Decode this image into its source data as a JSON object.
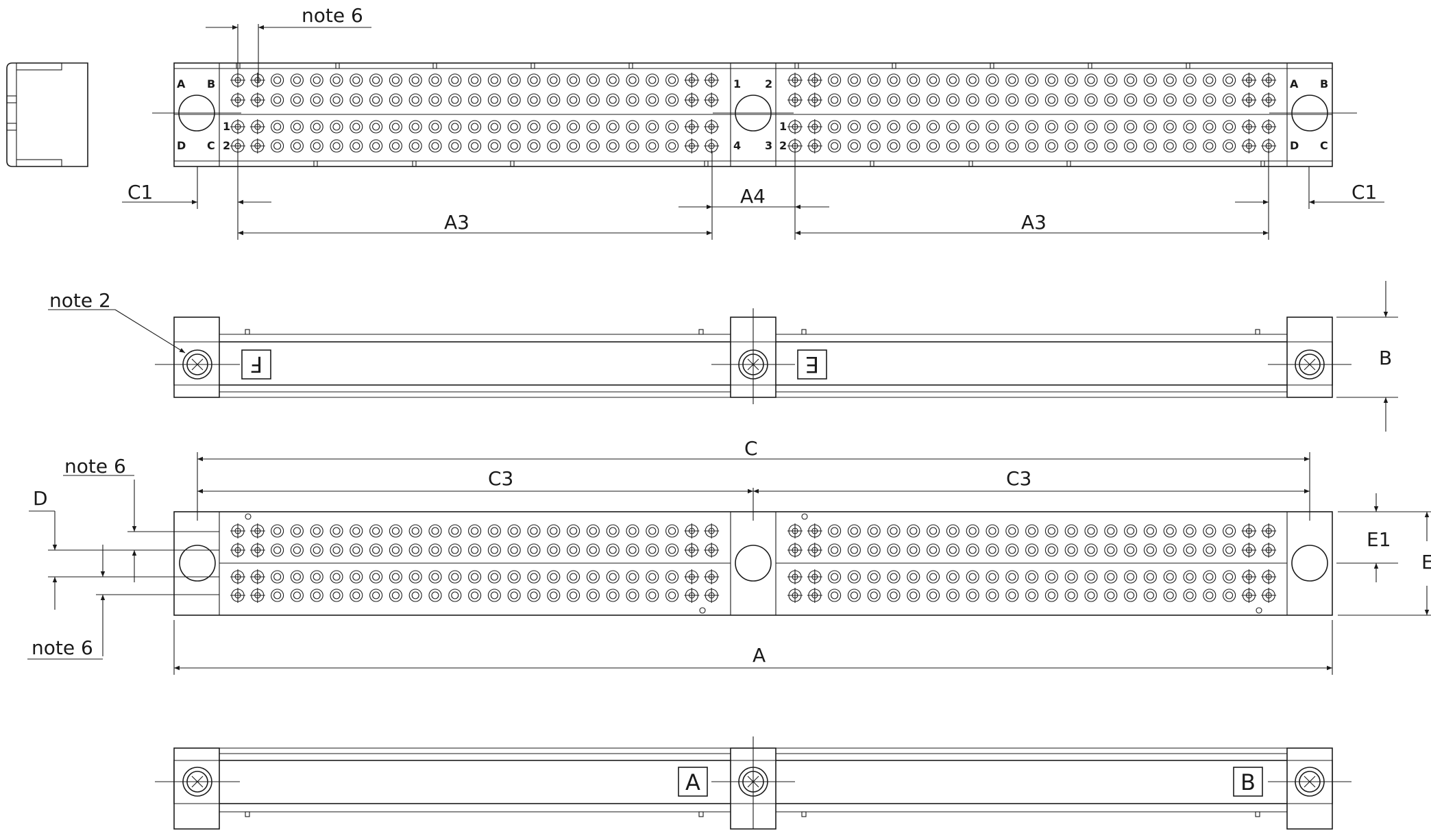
{
  "top_view": {
    "note_label": "note 6",
    "corner_labels": [
      "A",
      "B",
      "D",
      "C"
    ],
    "mid_pin_labels": [
      "1",
      "2",
      "4",
      "3"
    ],
    "left_block_pins": [
      "1",
      "2"
    ],
    "dim_c1": "C1",
    "dim_a3": "A3",
    "dim_a4": "A4"
  },
  "side_view_top": {
    "note_label": "note 2",
    "markers": [
      "F",
      "E"
    ],
    "dim_b": "B"
  },
  "bottom_view": {
    "note_top": "note 6",
    "note_bottom": "note 6",
    "dim_d": "D",
    "dim_c": "C",
    "dim_c3": "C3",
    "dim_a": "A",
    "dim_e": "E",
    "dim_e1": "E1"
  },
  "side_view_bottom": {
    "markers": [
      "A",
      "B"
    ]
  }
}
